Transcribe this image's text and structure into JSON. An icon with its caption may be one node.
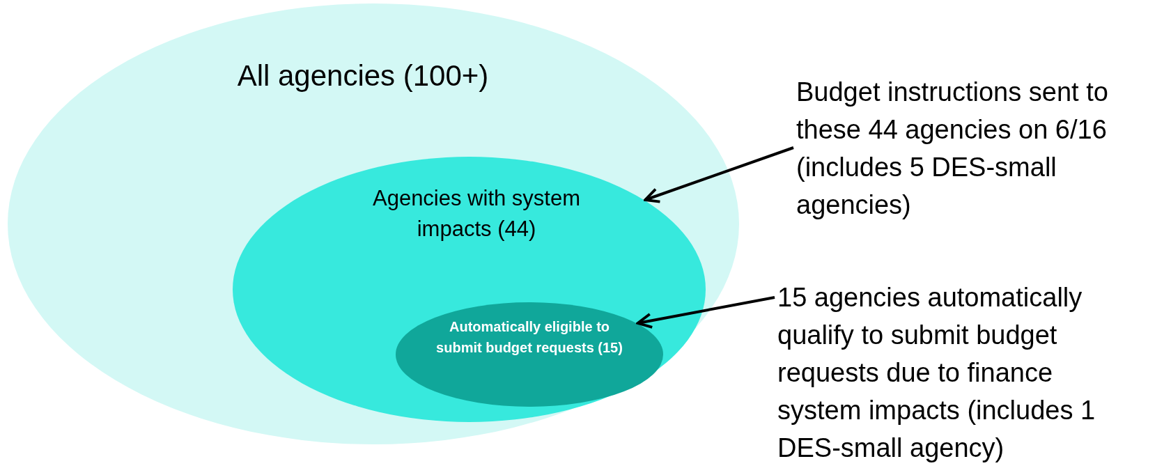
{
  "diagram": {
    "nodes": [
      {
        "text": [
          "All agencies (100+)"
        ]
      },
      {
        "text": [
          "Agencies with system impacts (44)"
        ],
        "in": 0
      },
      {
        "text": [
          "Automatically eligible to submit budget requests (15)"
        ],
        "in": 1
      },
      {
        "text": [
          "Budget instructions sent to these 44 agencies on 6/16 (includes 5 DES-small agencies)"
        ]
      },
      {
        "text": [
          "15 agencies automatically qualify to submit budget requests due to finance system impacts (includes 1 DES-small agency)"
        ]
      }
    ],
    "edges": [
      {
        "from": 3,
        "to": 1,
        "arrow": "to"
      },
      {
        "from": 4,
        "to": 2,
        "arrow": "to"
      }
    ]
  }
}
